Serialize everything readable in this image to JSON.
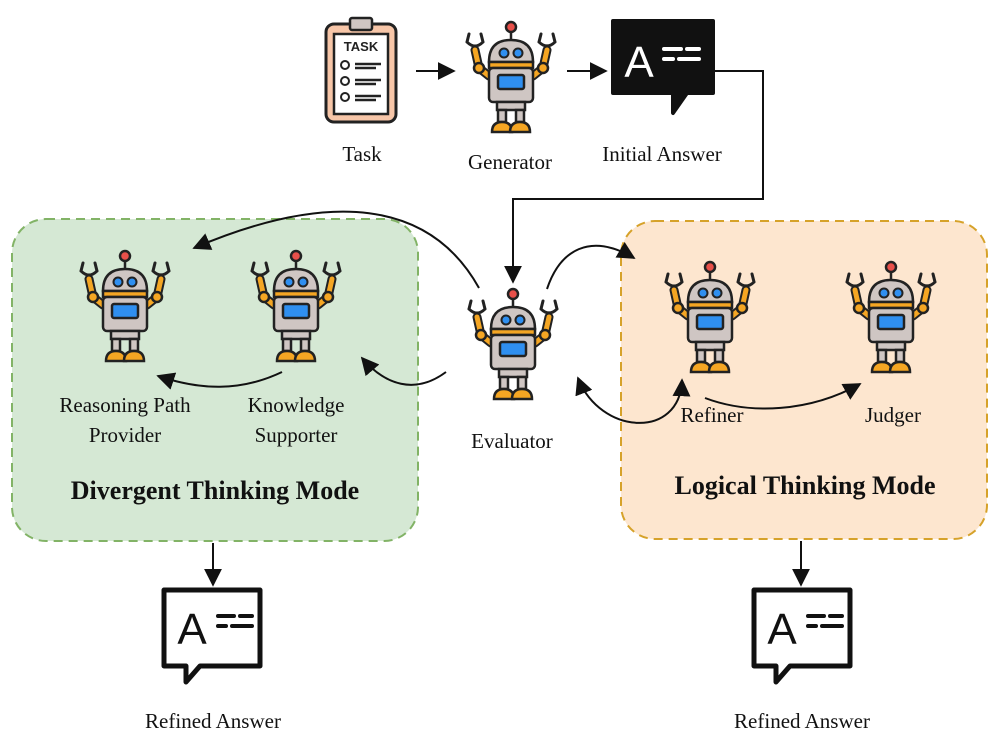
{
  "nodes": {
    "task": "Task",
    "generator": "Generator",
    "initial_answer": "Initial Answer",
    "evaluator": "Evaluator",
    "reasoning_path_provider": [
      "Reasoning Path",
      "Provider"
    ],
    "knowledge_supporter": [
      "Knowledge",
      "Supporter"
    ],
    "refiner": "Refiner",
    "judger": "Judger"
  },
  "task_icon_text": "TASK",
  "answer_icon_letter": "A",
  "modes": {
    "divergent": {
      "title": "Divergent Thinking Mode",
      "fill": "#d5e8d4",
      "stroke": "#82b366"
    },
    "logical": {
      "title": "Logical Thinking Mode",
      "fill": "#fde6cf",
      "stroke": "#d6a22a"
    }
  },
  "outputs": {
    "left": "Refined Answer",
    "right": "Refined Answer"
  },
  "colors": {
    "robot_orange": "#f5a623",
    "robot_gray": "#cfc6c3",
    "robot_screen": "#2f8ff0",
    "robot_antenna": "#e8504a",
    "task_board": "#f7c6a8"
  }
}
